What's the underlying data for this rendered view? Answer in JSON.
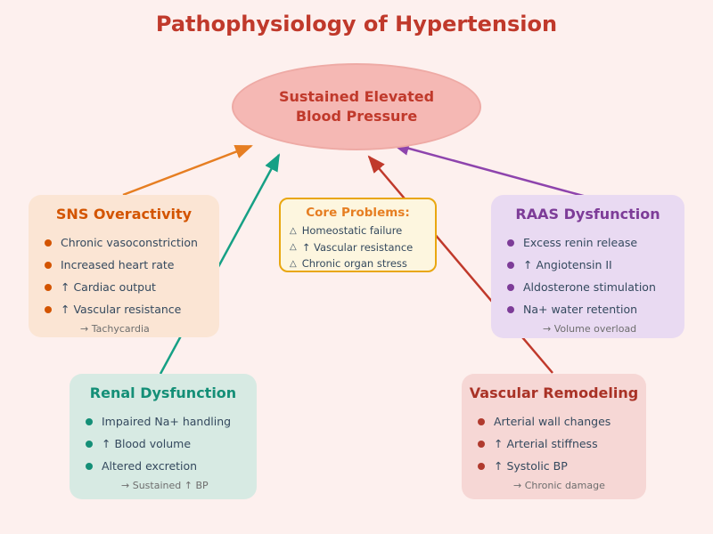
{
  "page": {
    "title": "Pathophysiology of Hypertension"
  },
  "center_node": {
    "label_line1": "Sustained Elevated",
    "label_line2": "Blood Pressure"
  },
  "boxes": {
    "sns": {
      "title": "SNS Overactivity",
      "items": [
        "Chronic vasoconstriction",
        "Increased heart rate",
        "↑ Cardiac output",
        "↑ Vascular resistance"
      ],
      "sub": "→ Tachycardia",
      "accent": "#d35400",
      "bg": "#fbe5d4"
    },
    "raas": {
      "title": "RAAS Dysfunction",
      "items": [
        "Excess renin release",
        "↑ Angiotensin II",
        "Aldosterone stimulation",
        "Na+ water retention"
      ],
      "sub": "→ Volume overload",
      "accent": "#7d3c98",
      "bg": "#e9daf2"
    },
    "renal": {
      "title": "Renal Dysfunction",
      "items": [
        "Impaired Na+ handling",
        "↑ Blood volume",
        "Altered excretion"
      ],
      "sub": "→ Sustained ↑ BP",
      "accent": "#148f77",
      "bg": "#d7eae3"
    },
    "vascular": {
      "title": "Vascular Remodeling",
      "items": [
        "Arterial wall changes",
        "↑ Arterial stiffness",
        "↑ Systolic BP"
      ],
      "sub": "→ Chronic damage",
      "accent": "#a93226",
      "bg": "#f6d7d5"
    },
    "core": {
      "title": "Core Problems:",
      "warning_glyph": "△",
      "items": [
        "Homeostatic failure",
        "↑ Vascular resistance",
        "Chronic organ stress"
      ],
      "accent": "#e67e22",
      "border": "#e9a710",
      "bg": "#fdf6df"
    }
  },
  "palette": {
    "page_bg": "#fdf0ee",
    "title_color": "#c0392b",
    "ellipse_fill": "#f5b8b4",
    "ellipse_border": "#eeaaa5",
    "item_text": "#34495e",
    "sub_text": "#6e6e6e"
  },
  "arrows": [
    {
      "name": "sns-to-bp",
      "color": "#e67e22"
    },
    {
      "name": "renal-to-bp",
      "color": "#16a085"
    },
    {
      "name": "vascular-to-bp",
      "color": "#c0392b"
    },
    {
      "name": "raas-to-bp",
      "color": "#8e44ad"
    }
  ]
}
